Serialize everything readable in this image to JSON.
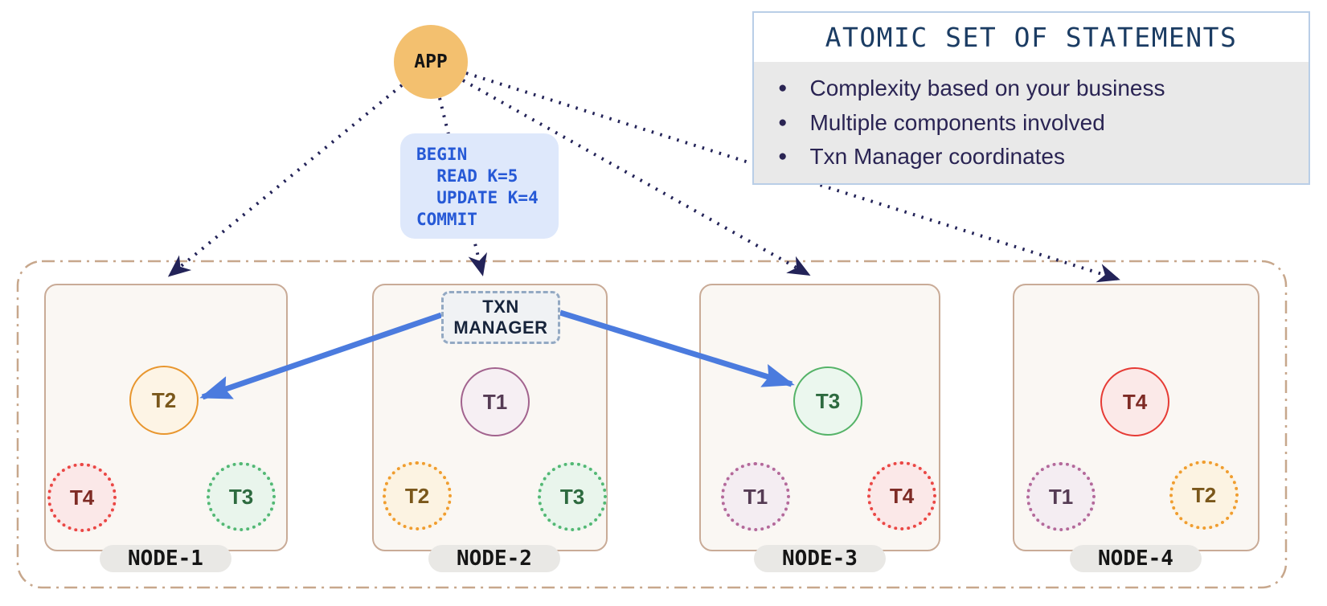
{
  "app": {
    "label": "APP"
  },
  "code_block": {
    "lines": [
      "BEGIN",
      "  READ K=5",
      "  UPDATE K=4",
      "COMMIT"
    ]
  },
  "info_box": {
    "title": "ATOMIC SET OF STATEMENTS",
    "bullets": [
      "Complexity based on your business",
      "Multiple components involved",
      "Txn Manager coordinates"
    ],
    "bullet_glyph": "●"
  },
  "txn_manager": {
    "label": "TXN MANAGER"
  },
  "nodes": [
    {
      "label": "NODE-1",
      "active_txn": {
        "label": "T2",
        "color": "#E8962E"
      },
      "idle_txns": [
        {
          "label": "T4",
          "color": "#EA4744"
        },
        {
          "label": "T3",
          "color": "#53B874"
        }
      ]
    },
    {
      "label": "NODE-2",
      "active_txn": {
        "label": "T1",
        "color": "#A2638E"
      },
      "idle_txns": [
        {
          "label": "T2",
          "color": "#F09D2F"
        },
        {
          "label": "T3",
          "color": "#53B874"
        }
      ]
    },
    {
      "label": "NODE-3",
      "active_txn": {
        "label": "T3",
        "color": "#55B368"
      },
      "idle_txns": [
        {
          "label": "T1",
          "color": "#B4699A"
        },
        {
          "label": "T4",
          "color": "#EA4744"
        }
      ]
    },
    {
      "label": "NODE-4",
      "active_txn": {
        "label": "T4",
        "color": "#E63B35"
      },
      "idle_txns": [
        {
          "label": "T1",
          "color": "#B4699A"
        },
        {
          "label": "T2",
          "color": "#F09D2F"
        }
      ]
    }
  ],
  "arrows": {
    "dotted_from_app_to": [
      "NODE-1",
      "TXN MANAGER",
      "NODE-3",
      "NODE-4"
    ],
    "blue_from_txn_manager_to": [
      "T2 (NODE-1)",
      "T3 (NODE-3)"
    ]
  },
  "colors": {
    "app_fill": "#F3C06F",
    "arrow_navy": "#232358",
    "arrow_blue": "#4B7BDE",
    "code_bg": "#DEE8FB",
    "code_text": "#2659D6",
    "info_border": "#B9CEE7",
    "info_title_text": "#1B3C63",
    "info_body_bg": "#E9E9E9",
    "info_bullet_text": "#2A2453",
    "node_bg": "#FAF7F3",
    "node_border": "#C9AB97",
    "pill_bg": "#E9E8E5",
    "txn_manager_border": "#93A9C3",
    "txn_manager_bg": "#F0F2F4",
    "cluster_boundary": "#C7A78C"
  }
}
